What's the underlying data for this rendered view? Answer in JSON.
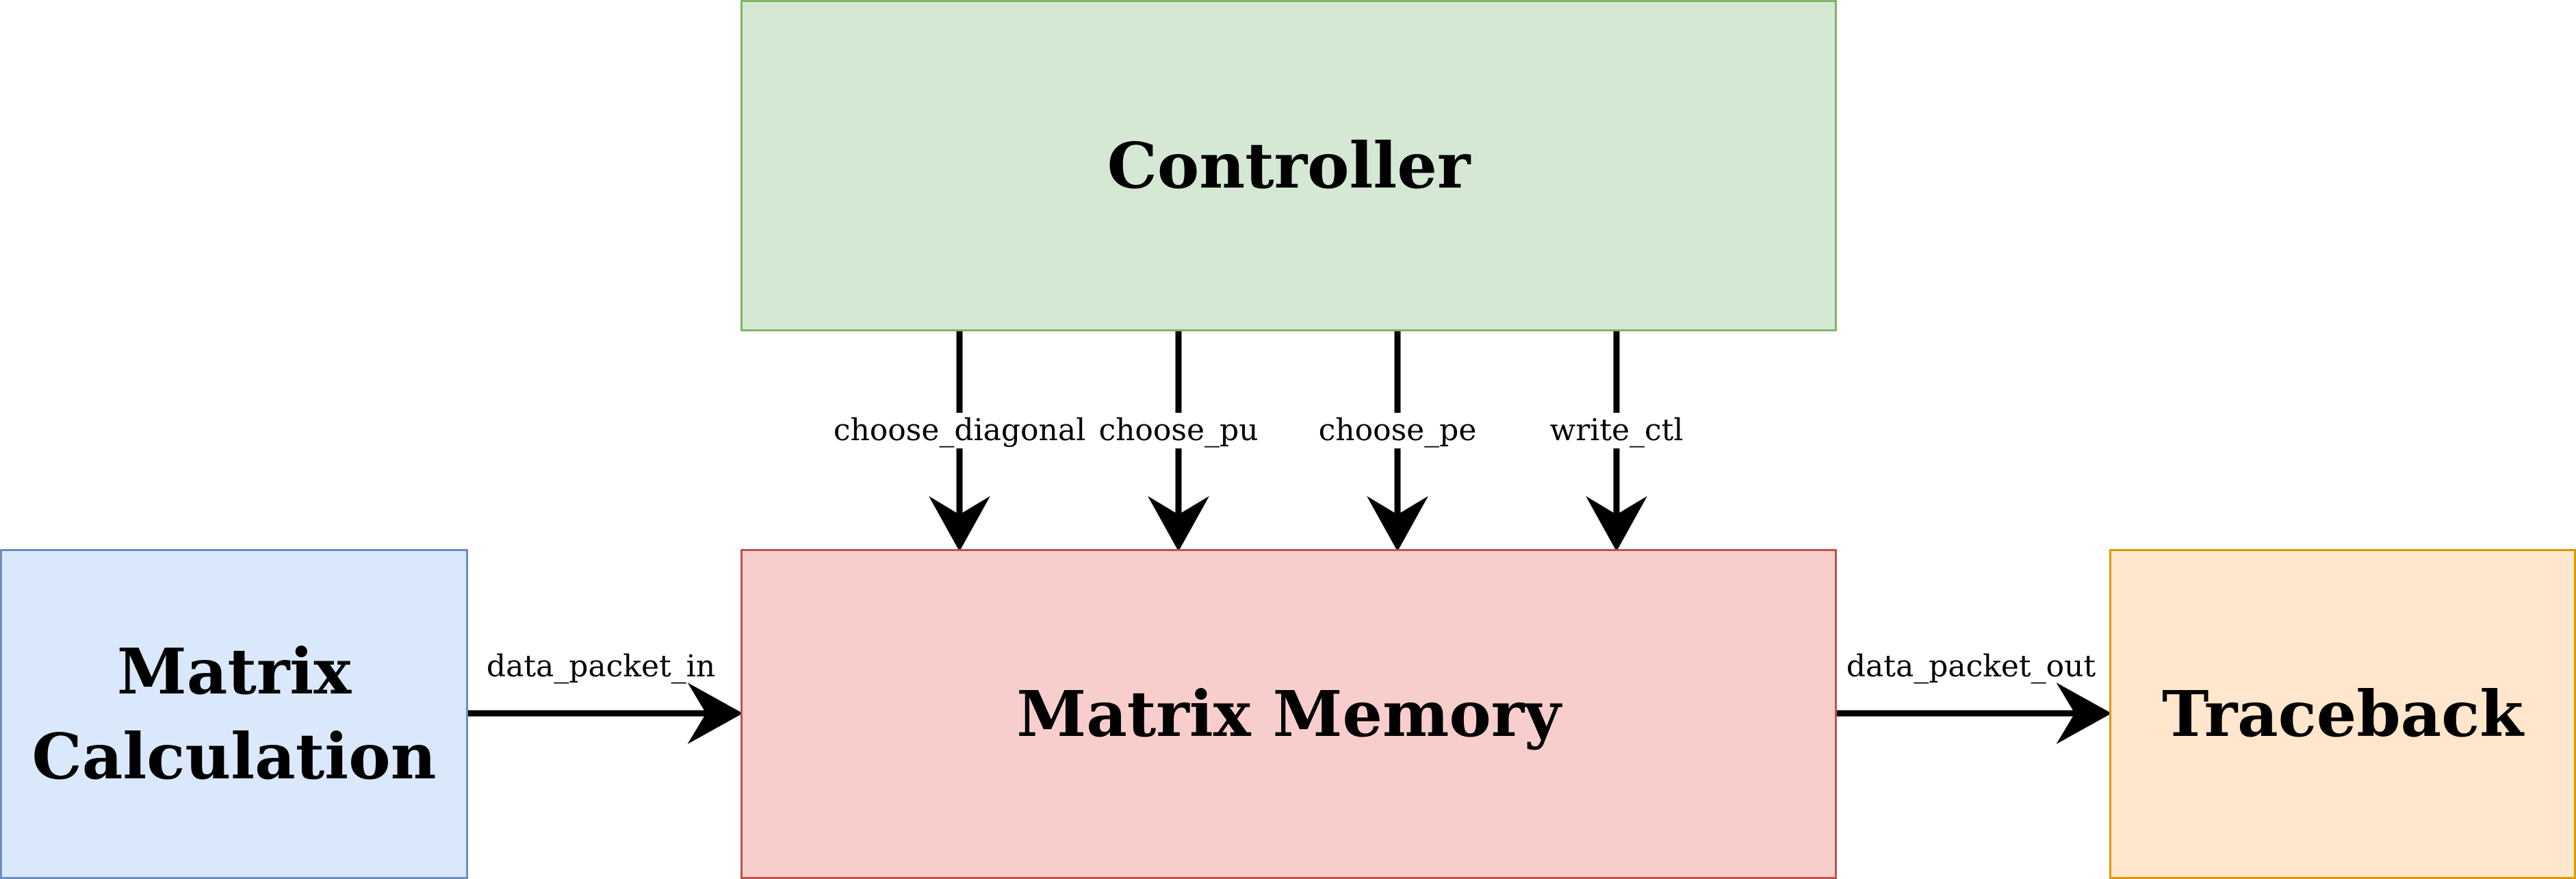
{
  "blocks": {
    "controller": {
      "label": "Controller",
      "fill": "#d5e8d4",
      "stroke": "#82b366"
    },
    "memory": {
      "label": "Matrix Memory",
      "fill": "#f8cecc",
      "stroke": "#b85450"
    },
    "calc": {
      "label": "Matrix\nCalculation",
      "fill": "#dae8fc",
      "stroke": "#6c8ebf"
    },
    "traceback": {
      "label": "Traceback",
      "fill": "#ffe6cc",
      "stroke": "#d79b00"
    }
  },
  "signals": {
    "choose_diagonal": "choose_diagonal",
    "choose_pu": "choose_pu",
    "choose_pe": "choose_pe",
    "write_ctl": "write_ctl",
    "data_packet_in": "data_packet_in",
    "data_packet_out": "data_packet_out"
  },
  "edges": [
    {
      "from": "controller",
      "to": "memory",
      "label": "choose_diagonal"
    },
    {
      "from": "controller",
      "to": "memory",
      "label": "choose_pu"
    },
    {
      "from": "controller",
      "to": "memory",
      "label": "choose_pe"
    },
    {
      "from": "controller",
      "to": "memory",
      "label": "write_ctl"
    },
    {
      "from": "calc",
      "to": "memory",
      "label": "data_packet_in"
    },
    {
      "from": "memory",
      "to": "traceback",
      "label": "data_packet_out"
    }
  ],
  "colors": {
    "wire": "#000000"
  }
}
